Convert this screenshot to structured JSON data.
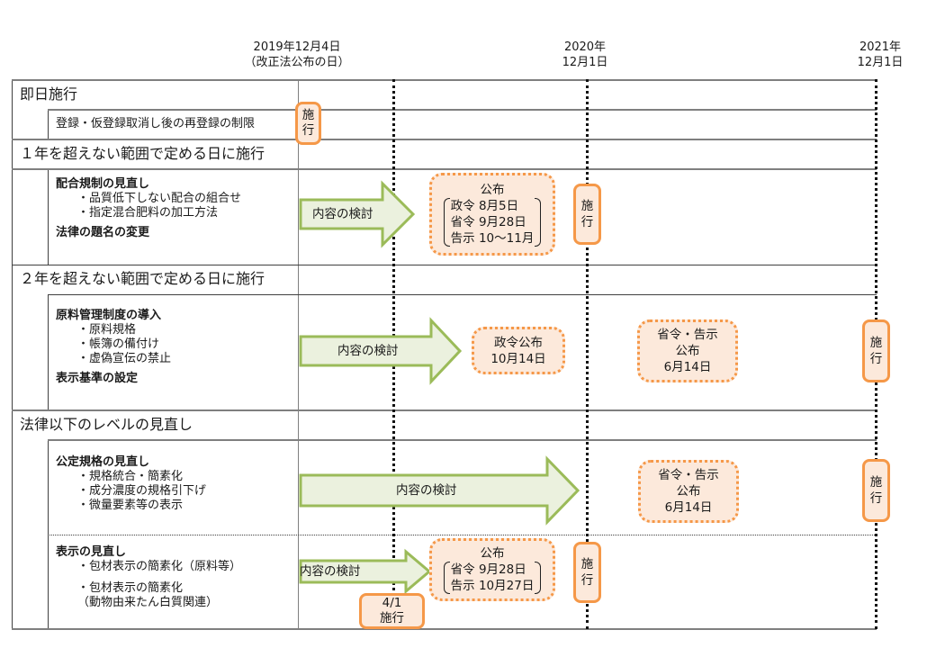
{
  "timeline": {
    "markers": [
      {
        "line1": "2019年12月4日",
        "line2": "（改正法公布の日）"
      },
      {
        "line1": "2020年",
        "line2": "12月1日"
      },
      {
        "line1": "2021年",
        "line2": "12月1日"
      }
    ]
  },
  "sections": [
    {
      "title": "即日施行",
      "items": [
        {
          "lines": [
            {
              "text": "登録・仮登録取消し後の再登録の制限",
              "style": "normal"
            }
          ]
        }
      ]
    },
    {
      "title": "１年を超えない範囲で定める日に施行",
      "items": [
        {
          "lines": [
            {
              "text": "配合規制の見直し",
              "style": "bold"
            },
            {
              "text": "・品質低下しない配合の組合せ",
              "style": "sub"
            },
            {
              "text": "・指定混合肥料の加工方法",
              "style": "sub"
            },
            {
              "text": "法律の題名の変更",
              "style": "bold"
            }
          ]
        }
      ]
    },
    {
      "title": "２年を超えない範囲で定める日に施行",
      "items": [
        {
          "lines": [
            {
              "text": "原料管理制度の導入",
              "style": "bold"
            },
            {
              "text": "・原料規格",
              "style": "sub"
            },
            {
              "text": "・帳簿の備付け",
              "style": "sub"
            },
            {
              "text": "・虚偽宣伝の禁止",
              "style": "sub"
            },
            {
              "text": "表示基準の設定",
              "style": "bold"
            }
          ]
        }
      ]
    },
    {
      "title": "法律以下のレベルの見直し",
      "items": [
        {
          "lines": [
            {
              "text": "公定規格の見直し",
              "style": "bold"
            },
            {
              "text": "・規格統合・簡素化",
              "style": "sub"
            },
            {
              "text": "・成分濃度の規格引下げ",
              "style": "sub"
            },
            {
              "text": "・微量要素等の表示",
              "style": "sub"
            }
          ]
        },
        {
          "lines": [
            {
              "text": "表示の見直し",
              "style": "bold"
            },
            {
              "text": "・包材表示の簡素化（原料等）",
              "style": "sub"
            },
            {
              "text": "・包材表示の簡素化",
              "style": "sub"
            },
            {
              "text": "（動物由来たん白質関連）",
              "style": "sub"
            }
          ]
        }
      ]
    }
  ],
  "events": {
    "immediate_enforce": "施行",
    "row1": {
      "arrow": "内容の検討",
      "publish_title": "公布",
      "publish_lines": [
        "政令 8月5日",
        "省令 9月28日",
        "告示 10〜11月"
      ],
      "enforce": "施行"
    },
    "row2": {
      "arrow": "内容の検討",
      "cabinet_lines": [
        "政令公布",
        "10月14日"
      ],
      "ministerial_lines": [
        "省令・告示",
        "公布",
        "6月14日"
      ],
      "enforce": "施行"
    },
    "row3": {
      "arrow": "内容の検討",
      "ministerial_lines": [
        "省令・告示",
        "公布",
        "6月14日"
      ],
      "enforce": "施行"
    },
    "row4": {
      "arrow": "内容の検討",
      "publish_title": "公布",
      "publish_lines": [
        "省令 9月28日",
        "告示 10月27日"
      ],
      "enforce": "施行",
      "early_enforce_lines": [
        "4/1",
        "施行"
      ]
    }
  },
  "colors": {
    "box_fill": "#fce9db",
    "box_border": "#f59848",
    "arrow_fill": "#ebf1de",
    "arrow_border": "#9bbb59"
  }
}
